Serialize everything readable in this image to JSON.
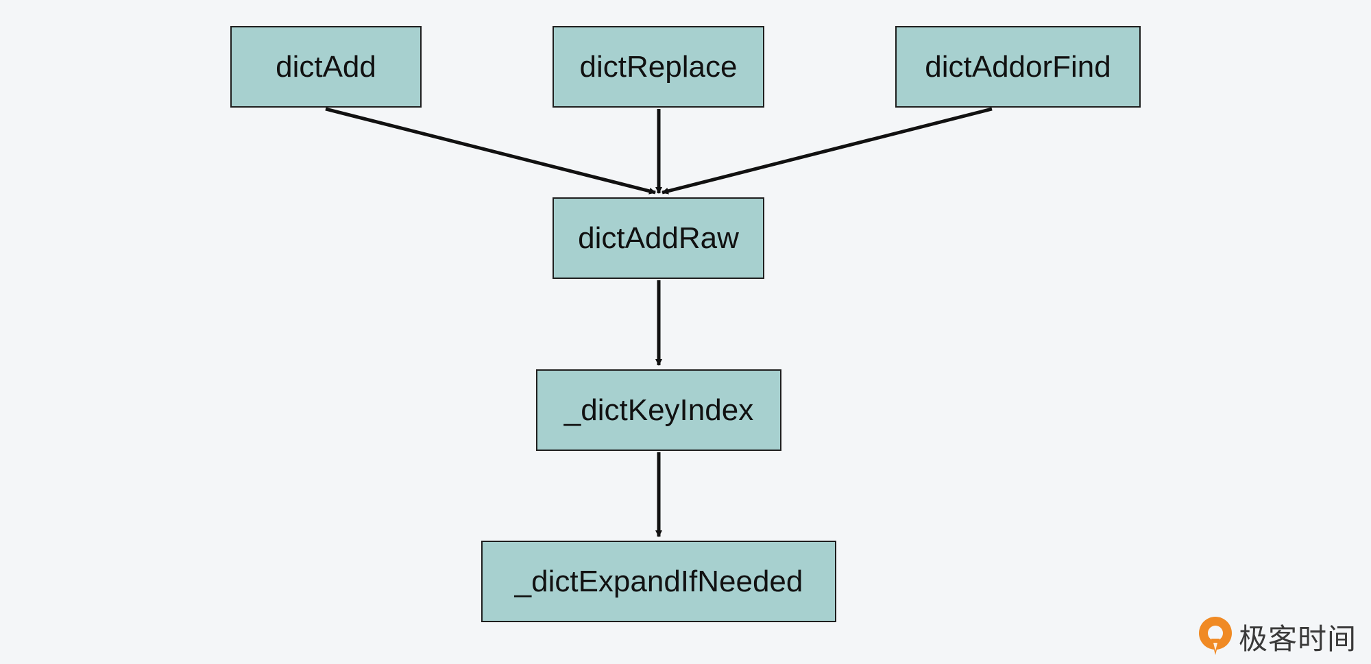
{
  "diagram": {
    "nodes": {
      "dict_add": "dictAdd",
      "dict_replace": "dictReplace",
      "dict_addor_find": "dictAddorFind",
      "dict_add_raw": "dictAddRaw",
      "dict_key_index": "_dictKeyIndex",
      "dict_expand_if_needed": "_dictExpandIfNeeded"
    },
    "edges": [
      {
        "from": "dictAdd",
        "to": "dictAddRaw"
      },
      {
        "from": "dictReplace",
        "to": "dictAddRaw"
      },
      {
        "from": "dictAddorFind",
        "to": "dictAddRaw"
      },
      {
        "from": "dictAddRaw",
        "to": "_dictKeyIndex"
      },
      {
        "from": "_dictKeyIndex",
        "to": "_dictExpandIfNeeded"
      }
    ],
    "colors": {
      "background": "#f4f6f8",
      "node_fill": "#a7d0cf",
      "node_border": "#1e1e1e",
      "arrow": "#111111",
      "logo_orange": "#f08a24"
    }
  },
  "watermark": {
    "text": "极客时间",
    "icon": "geektime-logo-icon"
  }
}
